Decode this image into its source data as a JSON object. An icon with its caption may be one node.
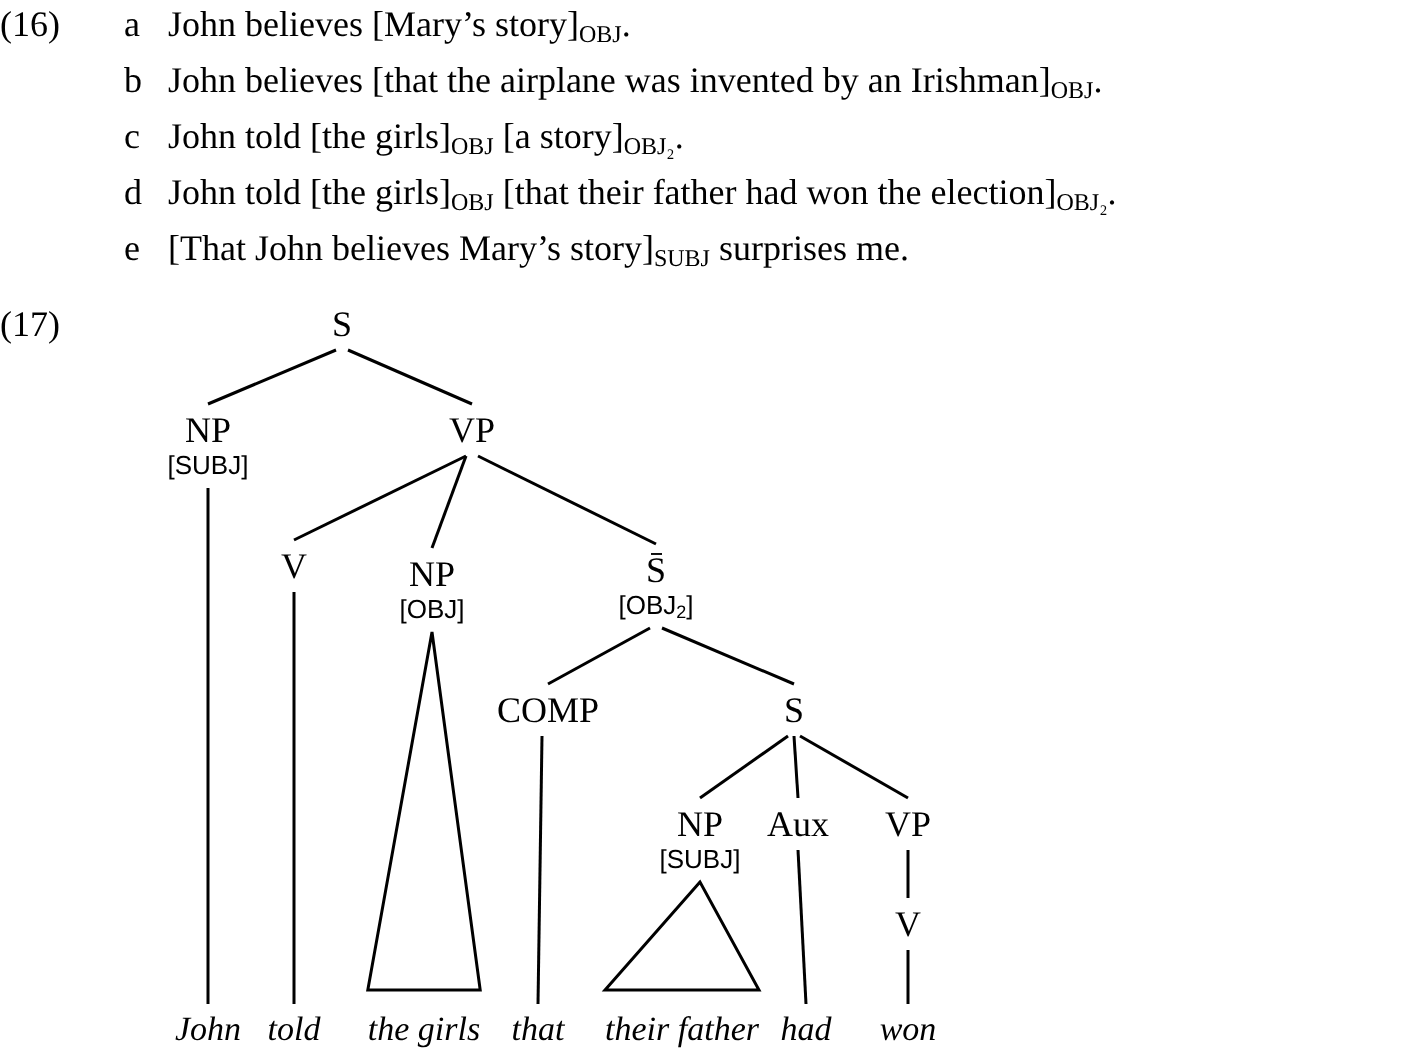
{
  "diagram": {
    "nodes": [
      {
        "text": [
          "S"
        ]
      },
      {
        "text": [
          "NP",
          "[SUBJ]"
        ]
      },
      {
        "text": [
          "VP"
        ]
      },
      {
        "text": [
          "V"
        ]
      },
      {
        "text": [
          "NP",
          "[OBJ]"
        ]
      },
      {
        "text": [
          "S̄",
          "[OBJ$_{2}$]"
        ]
      },
      {
        "text": [
          "COMP"
        ]
      },
      {
        "text": [
          "S"
        ]
      },
      {
        "text": [
          "NP",
          "[SUBJ]"
        ]
      },
      {
        "text": [
          "Aux"
        ]
      },
      {
        "text": [
          "VP"
        ]
      },
      {
        "text": [
          "V"
        ]
      },
      {
        "text": [
          "John"
        ]
      },
      {
        "text": [
          "told"
        ]
      },
      {
        "text": [
          "the girls"
        ]
      },
      {
        "text": [
          "that"
        ]
      },
      {
        "text": [
          "their father"
        ]
      },
      {
        "text": [
          "had"
        ]
      },
      {
        "text": [
          "won"
        ]
      }
    ],
    "edges": [
      {
        "from": 0,
        "to": 1,
        "arrow": "none"
      },
      {
        "from": 0,
        "to": 2,
        "arrow": "none"
      },
      {
        "from": 1,
        "to": 12,
        "arrow": "none"
      },
      {
        "from": 2,
        "to": 3,
        "arrow": "none"
      },
      {
        "from": 2,
        "to": 4,
        "arrow": "none"
      },
      {
        "from": 2,
        "to": 5,
        "arrow": "none"
      },
      {
        "from": 3,
        "to": 13,
        "arrow": "none"
      },
      {
        "from": 4,
        "to": 14,
        "arrow": "none"
      },
      {
        "from": 5,
        "to": 6,
        "arrow": "none"
      },
      {
        "from": 5,
        "to": 7,
        "arrow": "none"
      },
      {
        "from": 6,
        "to": 15,
        "arrow": "none"
      },
      {
        "from": 7,
        "to": 8,
        "arrow": "none"
      },
      {
        "from": 7,
        "to": 9,
        "arrow": "none"
      },
      {
        "from": 7,
        "to": 10,
        "arrow": "none"
      },
      {
        "from": 8,
        "to": 16,
        "arrow": "none"
      },
      {
        "from": 9,
        "to": 17,
        "arrow": "none"
      },
      {
        "from": 10,
        "to": 11,
        "arrow": "none"
      },
      {
        "from": 11,
        "to": 18,
        "arrow": "none"
      }
    ],
    "labels": [
      "(16)",
      "a",
      "John believes [Mary’s story]$_{OBJ}$.",
      "b",
      "John believes [that the airplane was invented by an Irishman]$_{OBJ}$.",
      "c",
      "John told [the girls]$_{OBJ}$ [a story]$_{OBJ₂}$.",
      "d",
      "John told [the girls]$_{OBJ}$ [that their father had won the election]$_{OBJ₂}$.",
      "e",
      "[That John believes Mary’s story]$_{SUBJ}$ surprises me.",
      "(17)"
    ]
  }
}
